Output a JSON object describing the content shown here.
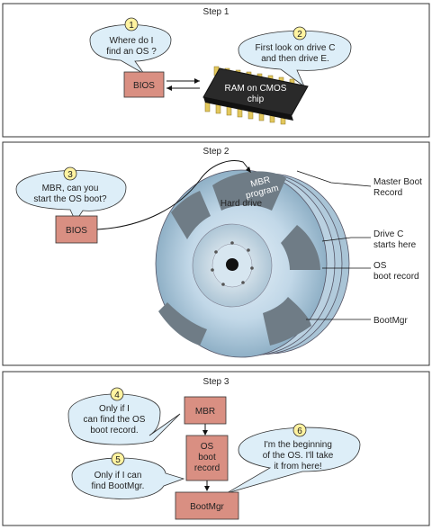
{
  "steps": [
    {
      "title": "Step 1"
    },
    {
      "title": "Step 2"
    },
    {
      "title": "Step 3"
    }
  ],
  "step1": {
    "bubble1": {
      "num": "1",
      "lines": [
        "Where do I",
        "find an OS ?"
      ]
    },
    "bubble2": {
      "num": "2",
      "lines": [
        "First look on drive C",
        "and then drive E."
      ]
    },
    "bios": "BIOS",
    "chip": [
      "RAM on CMOS",
      "chip"
    ]
  },
  "step2": {
    "bubble3": {
      "num": "3",
      "lines": [
        "MBR, can you",
        "start the OS boot?"
      ]
    },
    "bios": "BIOS",
    "mbr_program": [
      "MBR",
      "program"
    ],
    "hard_drive": "Hard drive",
    "labels": {
      "mbr": [
        "Master Boot",
        "Record"
      ],
      "drive_c": [
        "Drive C",
        "starts here"
      ],
      "os_boot": [
        "OS",
        "boot record"
      ],
      "bootmgr": "BootMgr"
    }
  },
  "step3": {
    "bubble4": {
      "num": "4",
      "lines": [
        "Only if I",
        "can find the OS",
        "boot record."
      ]
    },
    "bubble5": {
      "num": "5",
      "lines": [
        "Only if I can",
        "find BootMgr."
      ]
    },
    "bubble6": {
      "num": "6",
      "lines": [
        "I'm the beginning",
        "of the OS. I'll take",
        "it from here!"
      ]
    },
    "mbr": "MBR",
    "os_boot": [
      "OS",
      "boot",
      "record"
    ],
    "bootmgr": "BootMgr"
  },
  "colors": {
    "bubble_fill": "#ddeef8",
    "box_fill": "#d98f82",
    "number_fill": "#fff3a0",
    "disk_fill": "#b9d2e4",
    "disk_dark": "#6f7c86",
    "chip_fill": "#2a2a2a",
    "pin_fill": "#e2c75c"
  }
}
